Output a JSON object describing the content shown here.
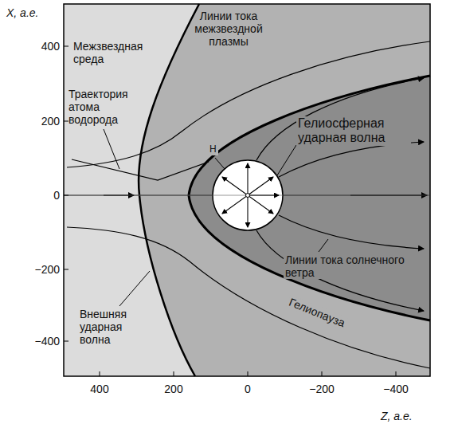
{
  "diagram": {
    "labels": [
      "X, а.е.",
      "400",
      "200",
      "0",
      "−200",
      "−400",
      "400",
      "200",
      "0",
      "−200",
      "−400",
      "Z, а.е.",
      "Межзвездная среда",
      "Линии тока межзвездной плазмы",
      "Траектория атома водорода",
      "Гелиосферная ударная волна",
      "H",
      "Линии тока солнечного ветра",
      "Гелиопауза",
      "Внешняя ударная волна"
    ]
  }
}
